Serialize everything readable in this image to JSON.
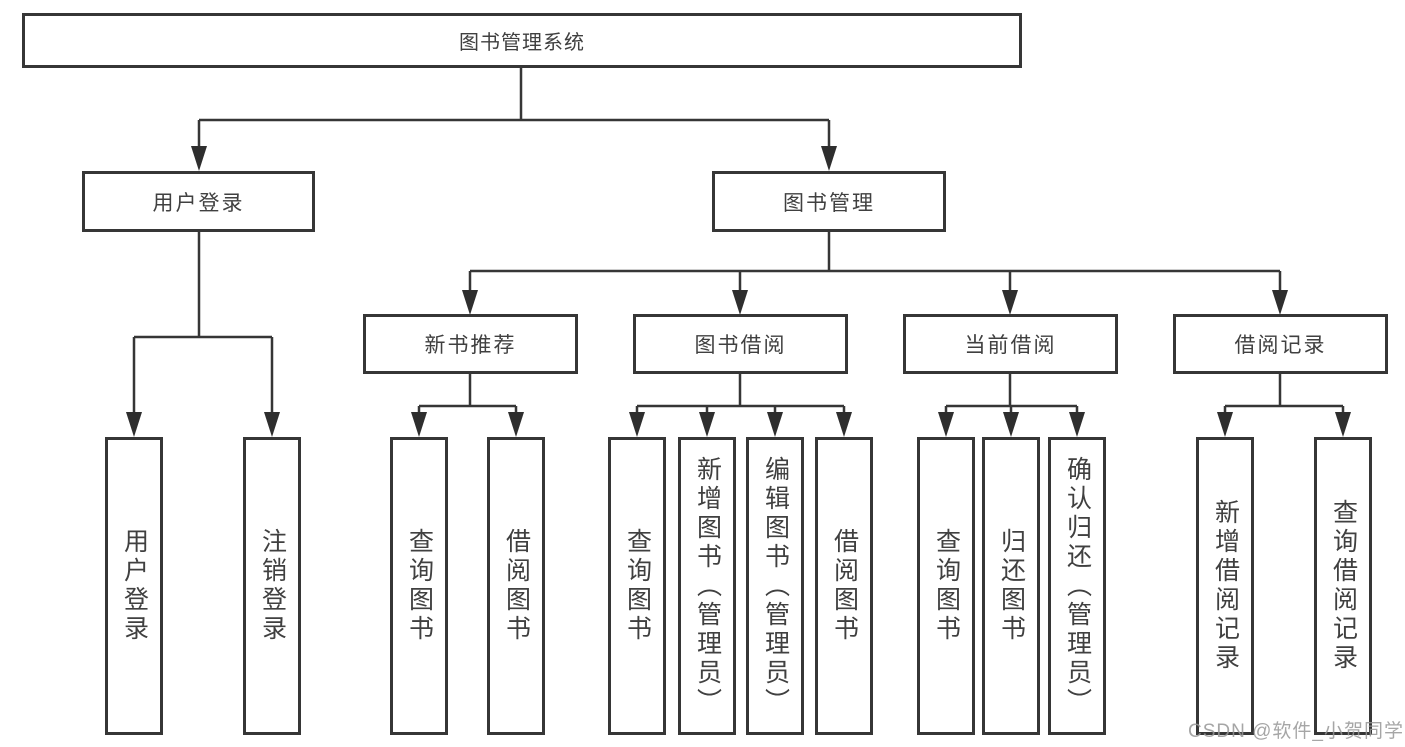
{
  "tree": {
    "label": "图书管理系统",
    "children": [
      {
        "label": "用户登录",
        "children": [
          {
            "label": "用户登录"
          },
          {
            "label": "注销登录"
          }
        ]
      },
      {
        "label": "图书管理",
        "children": [
          {
            "label": "新书推荐",
            "children": [
              {
                "label": "查询图书"
              },
              {
                "label": "借阅图书"
              }
            ]
          },
          {
            "label": "图书借阅",
            "children": [
              {
                "label": "查询图书"
              },
              {
                "label": "新增图书（管理员）"
              },
              {
                "label": "编辑图书（管理员）"
              },
              {
                "label": "借阅图书"
              }
            ]
          },
          {
            "label": "当前借阅",
            "children": [
              {
                "label": "查询图书"
              },
              {
                "label": "归还图书"
              },
              {
                "label": "确认归还（管理员）"
              }
            ]
          },
          {
            "label": "借阅记录",
            "children": [
              {
                "label": "新增借阅记录"
              },
              {
                "label": "查询借阅记录"
              }
            ]
          }
        ]
      }
    ]
  },
  "watermark": {
    "text": "CSDN @软件_小贺同学"
  },
  "colors": {
    "line": "#363636",
    "text": "#404040",
    "box_background": "#ffffff",
    "watermark": "#969696"
  }
}
